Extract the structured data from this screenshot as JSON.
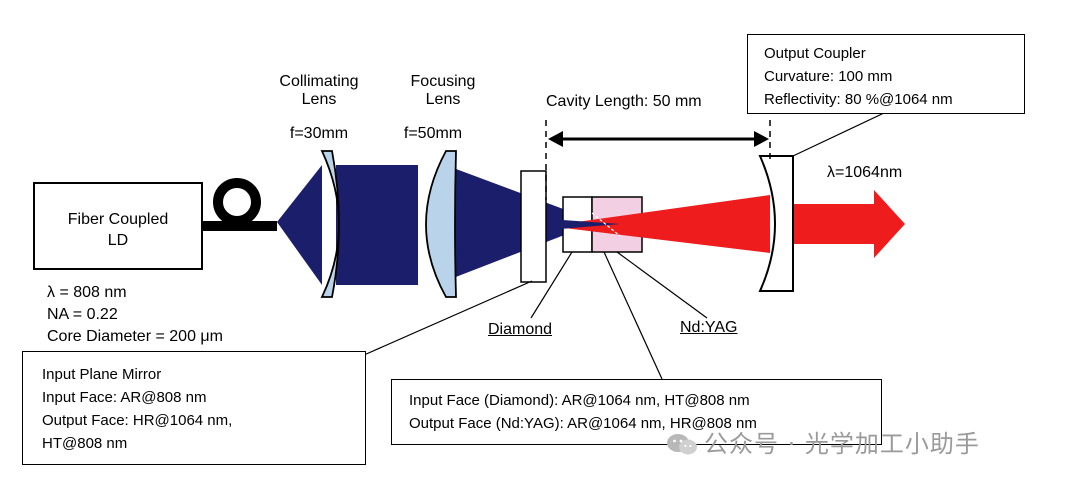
{
  "source": {
    "name_line1": "Fiber Coupled",
    "name_line2": "LD",
    "wavelength": "λ = 808 nm",
    "na": "NA = 0.22",
    "core": "Core Diameter = 200 μm"
  },
  "collimating_lens": {
    "line1": "Collimating",
    "line2": "Lens",
    "focal": "f=30mm"
  },
  "focusing_lens": {
    "line1": "Focusing",
    "line2": "Lens",
    "focal": "f=50mm"
  },
  "cavity": {
    "label": "Cavity Length: 50 mm"
  },
  "output_coupler": {
    "title": "Output Coupler",
    "curvature": "Curvature: 100 mm",
    "reflectivity": "Reflectivity: 80 %@1064 nm"
  },
  "output_beam": {
    "label": "λ=1064nm"
  },
  "diamond": {
    "label": "Diamond"
  },
  "ndyag": {
    "label": "Nd:YAG"
  },
  "input_mirror": {
    "title": "Input Plane Mirror",
    "input_face": "Input Face: AR@808 nm",
    "output_face": "Output Face: HR@1064 nm,",
    "output_face_cont": "HT@808 nm"
  },
  "crystal_faces": {
    "input_face": "Input Face (Diamond): AR@1064 nm, HT@808 nm",
    "output_face": "Output Face (Nd:YAG): AR@1064 nm, HR@808 nm"
  },
  "watermark": {
    "text": "公众号 · 光学加工小助手"
  },
  "colors": {
    "pump_beam": "#1b1f6b",
    "lens_fill": "#b9d3ea",
    "laser_beam": "#ee1c1c",
    "ndyag_fill": "#f3cfe3"
  }
}
